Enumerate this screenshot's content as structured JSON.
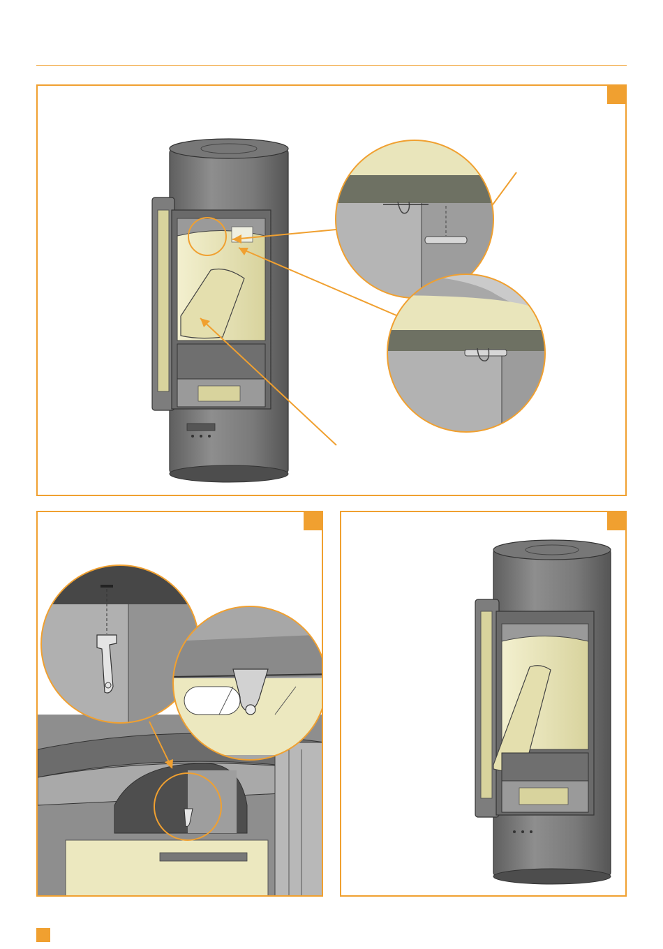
{
  "colors": {
    "accent": "#f0a030",
    "stove_dark": "#6b6b6b",
    "stove_mid": "#8a8a8a",
    "stove_light": "#b9b9b9",
    "firebrick": "#e6e2b4",
    "panel_bg": "#ffffff"
  },
  "panels": [
    {
      "id": "top",
      "marker_icon": "orange-square-icon"
    },
    {
      "id": "bottom-left",
      "marker_icon": "orange-square-icon"
    },
    {
      "id": "bottom-right",
      "marker_icon": "orange-square-icon"
    }
  ],
  "footer": {
    "marker_icon": "orange-square-icon"
  }
}
